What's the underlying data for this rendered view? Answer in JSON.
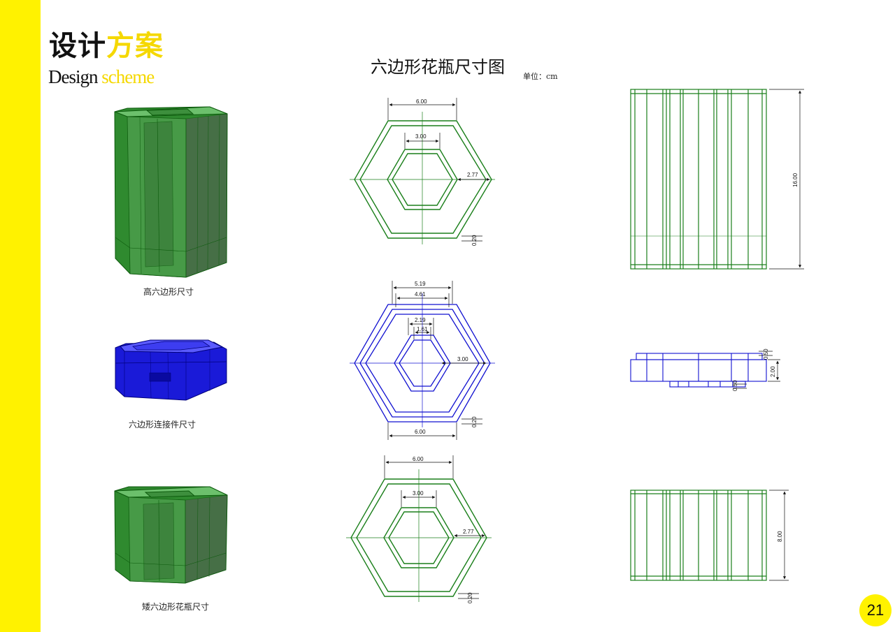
{
  "header": {
    "title_main": "设计",
    "title_accent": "方案",
    "subtitle_main": "Design",
    "subtitle_accent": "scheme"
  },
  "page_title": "六边形花瓶尺寸图",
  "unit_label": "单位：cm",
  "captions": {
    "tall": "高六边形尺寸",
    "connector": "六边形连接件尺寸",
    "short": "矮六边形花瓶尺寸"
  },
  "dimensions": {
    "tall_top": {
      "outer_width": "6.00",
      "inner_width": "3.00",
      "wall_offset": "2.77",
      "wall_thickness": "0.20"
    },
    "connector_top": {
      "outer_top": "5.19",
      "inner_top": "4.61",
      "hole_outer": "2.19",
      "hole_inner": "1.61",
      "offset": "3.00",
      "wall_thickness": "0.20",
      "outer_bottom": "6.00"
    },
    "short_top": {
      "outer_width": "6.00",
      "inner_width": "3.00",
      "wall_offset": "2.77",
      "wall_thickness": "0.20"
    },
    "tall_side": {
      "height": "16.00"
    },
    "connector_side": {
      "height": "2.00",
      "top_lip": "0.50",
      "bottom_lip": "0.50"
    },
    "short_side": {
      "height": "8.00"
    }
  },
  "colors": {
    "accent_yellow": "#fff200",
    "drawing_green": "#1a7f1a",
    "drawing_blue": "#1010d0"
  },
  "page_number": "21"
}
